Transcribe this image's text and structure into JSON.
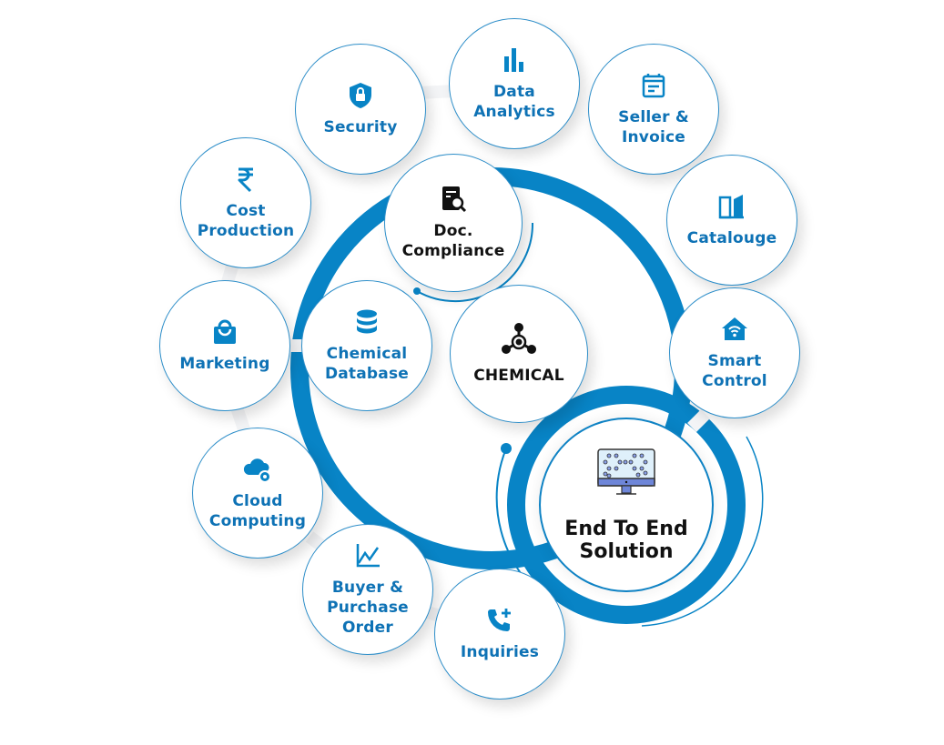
{
  "diagram": {
    "colors": {
      "accent": "#0884c6",
      "label": "#0e72b5",
      "dark_label": "#111111",
      "monitor_screen": "#dff0fb",
      "monitor_frame": "#6e86d9"
    },
    "hub": {
      "label": "End To End\nSolution",
      "icon": "monitor-network-icon"
    },
    "center": {
      "label": "CHEMICAL",
      "icon": "chemical-molecule-icon"
    },
    "compliance": {
      "label": "Doc.\nCompliance",
      "icon": "document-search-icon"
    },
    "nodes": [
      {
        "id": "security",
        "label": "Security",
        "icon": "shield-lock-icon"
      },
      {
        "id": "data-analytics",
        "label": "Data\nAnalytics",
        "icon": "bar-chart-icon"
      },
      {
        "id": "seller-invoice",
        "label": "Seller &\nInvoice",
        "icon": "calendar-invoice-icon"
      },
      {
        "id": "catalouge",
        "label": "Catalouge",
        "icon": "open-book-icon"
      },
      {
        "id": "smart-control",
        "label": "Smart\nControl",
        "icon": "smart-home-wifi-icon"
      },
      {
        "id": "cost-production",
        "label": "Cost\nProduction",
        "icon": "rupee-icon"
      },
      {
        "id": "marketing",
        "label": "Marketing",
        "icon": "shopping-bag-icon"
      },
      {
        "id": "chemical-database",
        "label": "Chemical\nDatabase",
        "icon": "database-icon"
      },
      {
        "id": "cloud-computing",
        "label": "Cloud\nComputing",
        "icon": "cloud-gear-icon"
      },
      {
        "id": "buyer-purchase-order",
        "label": "Buyer &\nPurchase\nOrder",
        "icon": "line-chart-icon"
      },
      {
        "id": "inquiries",
        "label": "Inquiries",
        "icon": "phone-plus-icon"
      }
    ]
  }
}
